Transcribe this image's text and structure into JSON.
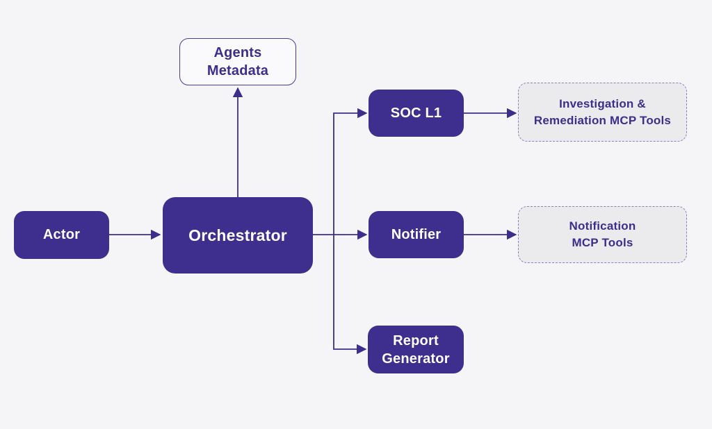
{
  "diagram": {
    "nodes": {
      "actor": {
        "label": "Actor",
        "style": "solid"
      },
      "orchestrator": {
        "label": "Orchestrator",
        "style": "solid"
      },
      "agents_metadata": {
        "label": "Agents\nMetadata",
        "style": "outline"
      },
      "soc_l1": {
        "label": "SOC L1",
        "style": "solid"
      },
      "investigation": {
        "label": "Investigation &\nRemediation MCP Tools",
        "style": "dashed"
      },
      "notifier": {
        "label": "Notifier",
        "style": "solid"
      },
      "notification": {
        "label": "Notification\nMCP Tools",
        "style": "dashed"
      },
      "report_generator": {
        "label": "Report\nGenerator",
        "style": "solid"
      }
    },
    "edges": [
      {
        "from": "Actor",
        "to": "Orchestrator"
      },
      {
        "from": "Orchestrator",
        "to": "Agents Metadata"
      },
      {
        "from": "Orchestrator",
        "to": "SOC L1"
      },
      {
        "from": "Orchestrator",
        "to": "Notifier"
      },
      {
        "from": "Orchestrator",
        "to": "Report Generator"
      },
      {
        "from": "SOC L1",
        "to": "Investigation & Remediation MCP Tools"
      },
      {
        "from": "Notifier",
        "to": "Notification MCP Tools"
      }
    ],
    "colors": {
      "background": "#f5f4f6",
      "node_fill": "#3e2e8e",
      "node_text": "#ffffff",
      "outline_border": "#4b3a9a",
      "dashed_fill": "#ebebee",
      "dashed_border": "#8481c1",
      "purple_text": "#3d2d8c",
      "line": "#3d2d8c"
    }
  }
}
